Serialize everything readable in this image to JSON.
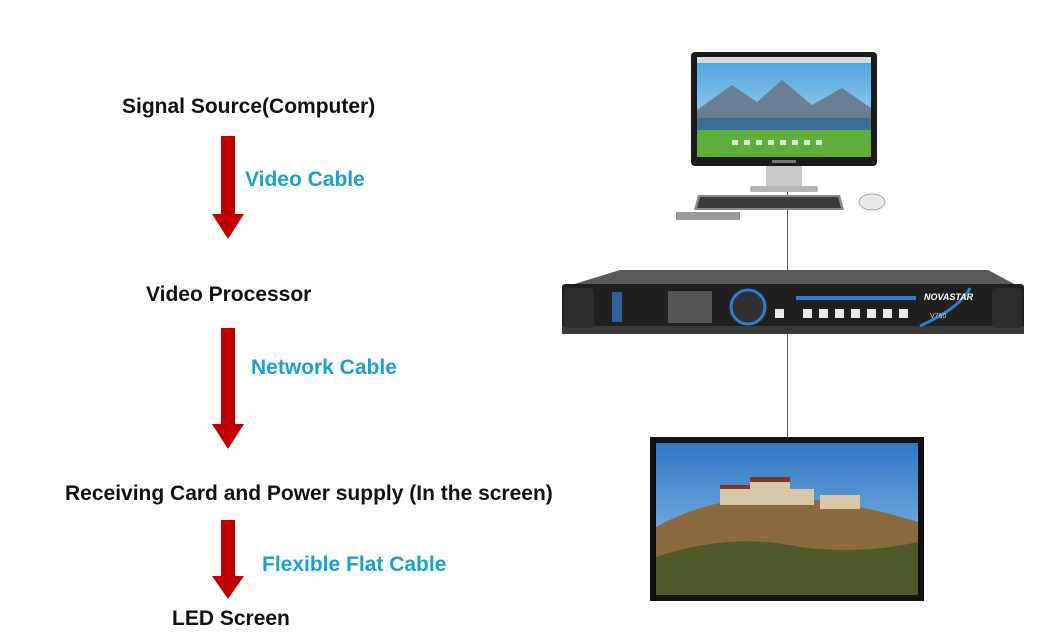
{
  "steps": {
    "source": "Signal Source(Computer)",
    "processor": "Video Processor",
    "receiving": "Receiving Card and Power supply (In the screen)",
    "screen": "LED Screen"
  },
  "cables": {
    "video": "Video Cable",
    "network": "Network Cable",
    "ffc": "Flexible Flat Cable"
  },
  "device": {
    "brand": "NOVASTAR",
    "model": "V760"
  },
  "colors": {
    "arrow": "#c00000",
    "cable_text": "#1a9fd8"
  }
}
